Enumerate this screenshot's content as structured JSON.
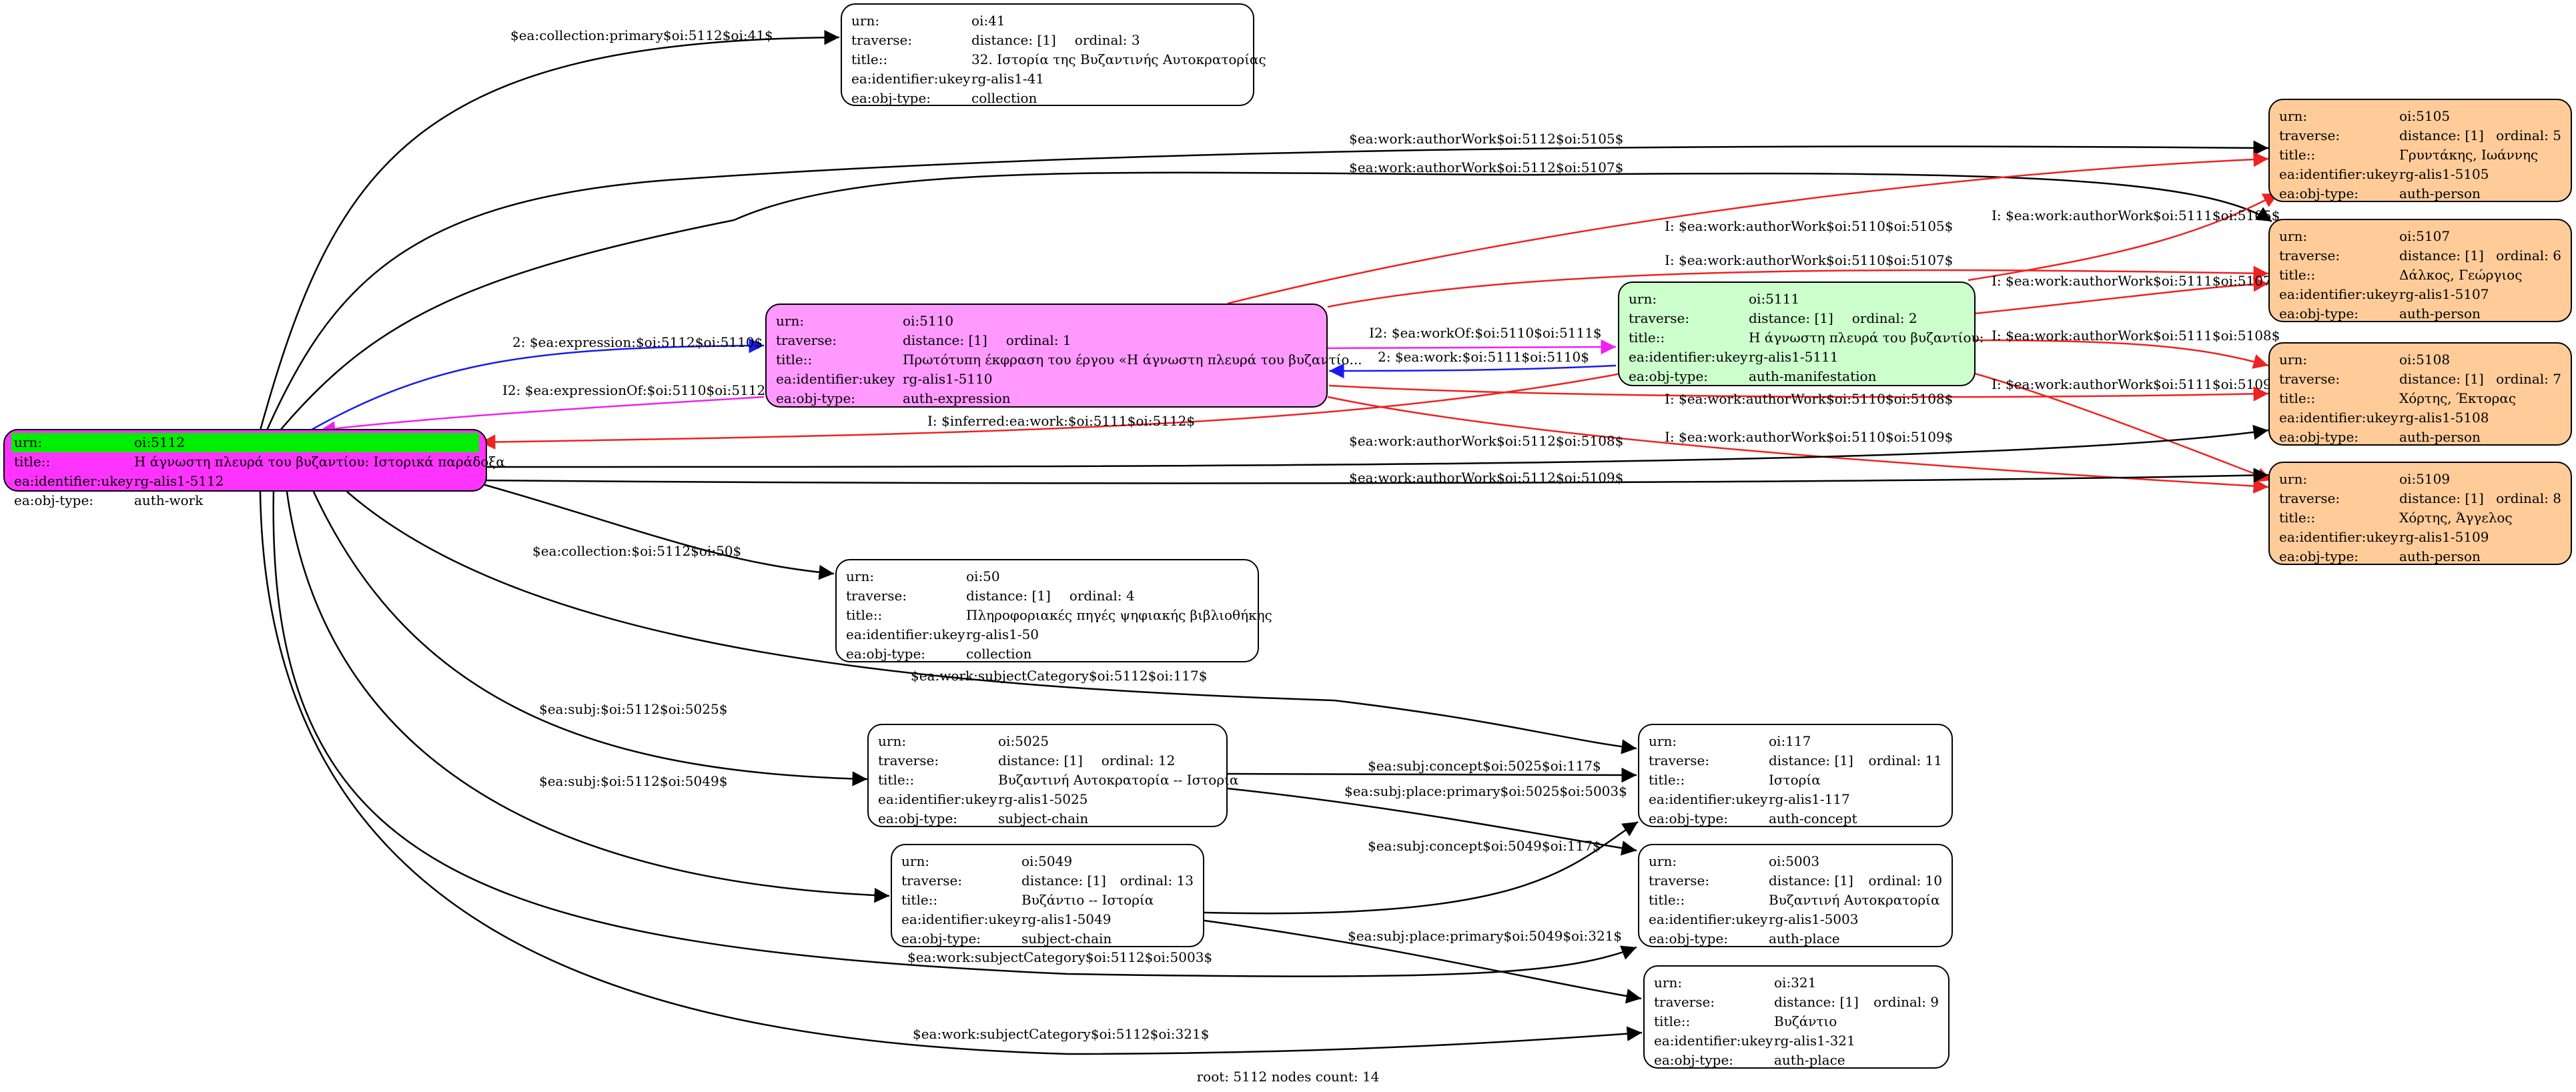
{
  "footer": "root: 5112 nodes count: 14",
  "keys": {
    "urn": "urn:",
    "traverse": "traverse:",
    "title": "title::",
    "ukey": "ea:identifier:ukey",
    "type": "ea:obj-type:"
  },
  "colors": {
    "root": "#ff33ff",
    "expression": "#ff99ff",
    "manifestation": "#ccffcc",
    "person": "#ffcc99",
    "plain": "#ffffff",
    "highlight": "#00ee00",
    "edge_black": "#000000",
    "edge_red": "#ee2222",
    "edge_blue": "#1a1aee",
    "edge_magenta": "#ee22ee"
  },
  "nodes": {
    "n5112": {
      "urn": "oi:5112",
      "title": "Η άγνωστη πλευρά του βυζαντίου: Ιστορικά παράδοξα",
      "ukey": "rg-alis1-5112",
      "type": "auth-work"
    },
    "n41": {
      "urn": "oi:41",
      "distance": "distance: [1]",
      "ordinal": "ordinal: 3",
      "title": "32. Ιστορία της Βυζαντινής Αυτοκρατορίας",
      "ukey": "rg-alis1-41",
      "type": "collection"
    },
    "n5110": {
      "urn": "oi:5110",
      "distance": "distance: [1]",
      "ordinal": "ordinal: 1",
      "title": "Πρωτότυπη έκφραση του έργου «Η άγνωστη πλευρά του βυζαντίο...",
      "ukey": "rg-alis1-5110",
      "type": "auth-expression"
    },
    "n5111": {
      "urn": "oi:5111",
      "distance": "distance: [1]",
      "ordinal": "ordinal: 2",
      "title": "Η άγνωστη πλευρά του βυζαντίου:",
      "ukey": "rg-alis1-5111",
      "type": "auth-manifestation"
    },
    "n5105": {
      "urn": "oi:5105",
      "distance": "distance: [1]",
      "ordinal": "ordinal: 5",
      "title": "Γρυντάκης, Ιωάννης",
      "ukey": "rg-alis1-5105",
      "type": "auth-person"
    },
    "n5107": {
      "urn": "oi:5107",
      "distance": "distance: [1]",
      "ordinal": "ordinal: 6",
      "title": "Δάλκος, Γεώργιος",
      "ukey": "rg-alis1-5107",
      "type": "auth-person"
    },
    "n5108": {
      "urn": "oi:5108",
      "distance": "distance: [1]",
      "ordinal": "ordinal: 7",
      "title": "Χόρτης, Έκτορας",
      "ukey": "rg-alis1-5108",
      "type": "auth-person"
    },
    "n5109": {
      "urn": "oi:5109",
      "distance": "distance: [1]",
      "ordinal": "ordinal: 8",
      "title": "Χόρτης, Άγγελος",
      "ukey": "rg-alis1-5109",
      "type": "auth-person"
    },
    "n50": {
      "urn": "oi:50",
      "distance": "distance: [1]",
      "ordinal": "ordinal: 4",
      "title": "Πληροφοριακές πηγές ψηφιακής βιβλιοθήκης",
      "ukey": "rg-alis1-50",
      "type": "collection"
    },
    "n5025": {
      "urn": "oi:5025",
      "distance": "distance: [1]",
      "ordinal": "ordinal: 12",
      "title": "Βυζαντινή Αυτοκρατορία -- Ιστορία",
      "ukey": "rg-alis1-5025",
      "type": "subject-chain"
    },
    "n5049": {
      "urn": "oi:5049",
      "distance": "distance: [1]",
      "ordinal": "ordinal: 13",
      "title": "Βυζάντιο -- Ιστορία",
      "ukey": "rg-alis1-5049",
      "type": "subject-chain"
    },
    "n117": {
      "urn": "oi:117",
      "distance": "distance: [1]",
      "ordinal": "ordinal: 11",
      "title": "Ιστορία",
      "ukey": "rg-alis1-117",
      "type": "auth-concept"
    },
    "n5003": {
      "urn": "oi:5003",
      "distance": "distance: [1]",
      "ordinal": "ordinal: 10",
      "title": "Βυζαντινή Αυτοκρατορία",
      "ukey": "rg-alis1-5003",
      "type": "auth-place"
    },
    "n321": {
      "urn": "oi:321",
      "distance": "distance: [1]",
      "ordinal": "ordinal: 9",
      "title": "Βυζάντιο",
      "ukey": "rg-alis1-321",
      "type": "auth-place"
    }
  },
  "edges": [
    {
      "id": "e1",
      "color": "black",
      "label": "$ea:collection:primary$oi:5112$oi:41$"
    },
    {
      "id": "e2",
      "color": "black",
      "label": "$ea:work:authorWork$oi:5112$oi:5105$"
    },
    {
      "id": "e3",
      "color": "black",
      "label": "$ea:work:authorWork$oi:5112$oi:5107$"
    },
    {
      "id": "e4",
      "color": "red",
      "label": "I: $ea:work:authorWork$oi:5110$oi:5105$"
    },
    {
      "id": "e5",
      "color": "red",
      "label": "I: $ea:work:authorWork$oi:5111$oi:5105$"
    },
    {
      "id": "e6",
      "color": "red",
      "label": "I: $ea:work:authorWork$oi:5110$oi:5107$"
    },
    {
      "id": "e7",
      "color": "red",
      "label": "I: $ea:work:authorWork$oi:5111$oi:5107$"
    },
    {
      "id": "e8",
      "color": "red",
      "label": "I: $ea:work:authorWork$oi:5111$oi:5108$"
    },
    {
      "id": "e9",
      "color": "blue",
      "label": "2: $ea:expression:$oi:5112$oi:5110$"
    },
    {
      "id": "e10",
      "color": "magenta",
      "label": "I2: $ea:workOf:$oi:5110$oi:5111$"
    },
    {
      "id": "e11",
      "color": "blue",
      "label": "2: $ea:work:$oi:5111$oi:5110$"
    },
    {
      "id": "e12",
      "color": "magenta",
      "label": "I2: $ea:expressionOf:$oi:5110$oi:5112$"
    },
    {
      "id": "e13",
      "color": "red",
      "label": "I: $ea:work:authorWork$oi:5111$oi:5109$"
    },
    {
      "id": "e14",
      "color": "red",
      "label": "I: $ea:work:authorWork$oi:5110$oi:5108$"
    },
    {
      "id": "e15",
      "color": "red",
      "label": "I: $inferred:ea:work:$oi:5111$oi:5112$"
    },
    {
      "id": "e16",
      "color": "red",
      "label": "I: $ea:work:authorWork$oi:5110$oi:5109$"
    },
    {
      "id": "e17",
      "color": "black",
      "label": "$ea:work:authorWork$oi:5112$oi:5108$"
    },
    {
      "id": "e18",
      "color": "black",
      "label": "$ea:work:authorWork$oi:5112$oi:5109$"
    },
    {
      "id": "e19",
      "color": "black",
      "label": "$ea:collection:$oi:5112$oi:50$"
    },
    {
      "id": "e20",
      "color": "black",
      "label": "$ea:work:subjectCategory$oi:5112$oi:117$"
    },
    {
      "id": "e21",
      "color": "black",
      "label": "$ea:subj:$oi:5112$oi:5025$"
    },
    {
      "id": "e22",
      "color": "black",
      "label": "$ea:subj:concept$oi:5025$oi:117$"
    },
    {
      "id": "e23",
      "color": "black",
      "label": "$ea:subj:place:primary$oi:5025$oi:5003$"
    },
    {
      "id": "e24",
      "color": "black",
      "label": "$ea:subj:$oi:5112$oi:5049$"
    },
    {
      "id": "e25",
      "color": "black",
      "label": "$ea:subj:concept$oi:5049$oi:117$"
    },
    {
      "id": "e26",
      "color": "black",
      "label": "$ea:subj:place:primary$oi:5049$oi:321$"
    },
    {
      "id": "e27",
      "color": "black",
      "label": "$ea:work:subjectCategory$oi:5112$oi:5003$"
    },
    {
      "id": "e28",
      "color": "black",
      "label": "$ea:work:subjectCategory$oi:5112$oi:321$"
    }
  ]
}
